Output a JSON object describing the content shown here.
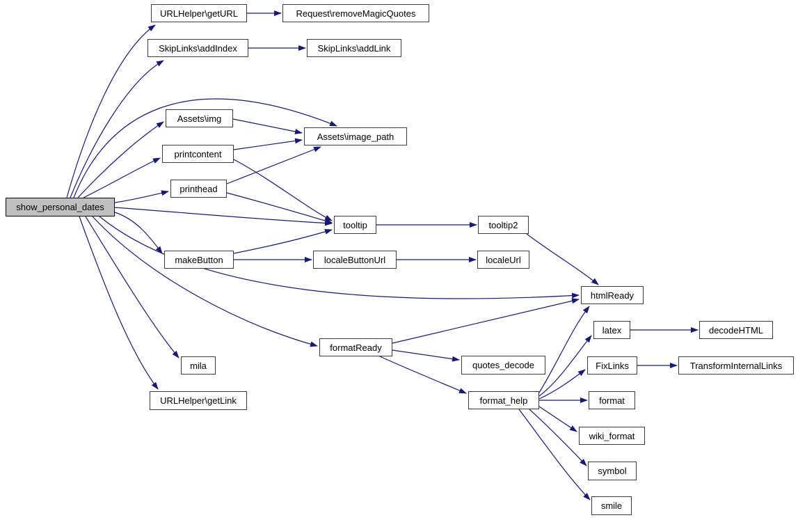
{
  "diagram": {
    "type": "call-graph",
    "root": "show_personal_dates",
    "colors": {
      "edge": "#191970",
      "node_fill": "#ffffff",
      "node_border": "#3a3a3a",
      "highlight_fill": "#bfbfbf",
      "text": "#000000"
    },
    "nodes": [
      {
        "id": "show_personal_dates",
        "label": "show_personal_dates",
        "highlighted": true
      },
      {
        "id": "URLHelper_getURL",
        "label": "URLHelper\\getURL",
        "highlighted": false
      },
      {
        "id": "Request_removeMagicQuotes",
        "label": "Request\\removeMagicQuotes",
        "highlighted": false
      },
      {
        "id": "SkipLinks_addIndex",
        "label": "SkipLinks\\addIndex",
        "highlighted": false
      },
      {
        "id": "SkipLinks_addLink",
        "label": "SkipLinks\\addLink",
        "highlighted": false
      },
      {
        "id": "Assets_img",
        "label": "Assets\\img",
        "highlighted": false
      },
      {
        "id": "Assets_image_path",
        "label": "Assets\\image_path",
        "highlighted": false
      },
      {
        "id": "printcontent",
        "label": "printcontent",
        "highlighted": false
      },
      {
        "id": "printhead",
        "label": "printhead",
        "highlighted": false
      },
      {
        "id": "tooltip",
        "label": "tooltip",
        "highlighted": false
      },
      {
        "id": "tooltip2",
        "label": "tooltip2",
        "highlighted": false
      },
      {
        "id": "makeButton",
        "label": "makeButton",
        "highlighted": false
      },
      {
        "id": "localeButtonUrl",
        "label": "localeButtonUrl",
        "highlighted": false
      },
      {
        "id": "localeUrl",
        "label": "localeUrl",
        "highlighted": false
      },
      {
        "id": "htmlReady",
        "label": "htmlReady",
        "highlighted": false
      },
      {
        "id": "latex",
        "label": "latex",
        "highlighted": false
      },
      {
        "id": "decodeHTML",
        "label": "decodeHTML",
        "highlighted": false
      },
      {
        "id": "formatReady",
        "label": "formatReady",
        "highlighted": false
      },
      {
        "id": "FixLinks",
        "label": "FixLinks",
        "highlighted": false
      },
      {
        "id": "TransformInternalLinks",
        "label": "TransformInternalLinks",
        "highlighted": false
      },
      {
        "id": "mila",
        "label": "mila",
        "highlighted": false
      },
      {
        "id": "quotes_decode",
        "label": "quotes_decode",
        "highlighted": false
      },
      {
        "id": "format_help",
        "label": "format_help",
        "highlighted": false
      },
      {
        "id": "format",
        "label": "format",
        "highlighted": false
      },
      {
        "id": "URLHelper_getLink",
        "label": "URLHelper\\getLink",
        "highlighted": false
      },
      {
        "id": "wiki_format",
        "label": "wiki_format",
        "highlighted": false
      },
      {
        "id": "symbol",
        "label": "symbol",
        "highlighted": false
      },
      {
        "id": "smile",
        "label": "smile",
        "highlighted": false
      }
    ],
    "edges": [
      {
        "from": "show_personal_dates",
        "to": "URLHelper_getURL"
      },
      {
        "from": "show_personal_dates",
        "to": "SkipLinks_addIndex"
      },
      {
        "from": "show_personal_dates",
        "to": "Assets_image_path"
      },
      {
        "from": "show_personal_dates",
        "to": "Assets_img"
      },
      {
        "from": "show_personal_dates",
        "to": "printcontent"
      },
      {
        "from": "show_personal_dates",
        "to": "printhead"
      },
      {
        "from": "show_personal_dates",
        "to": "tooltip"
      },
      {
        "from": "show_personal_dates",
        "to": "makeButton"
      },
      {
        "from": "show_personal_dates",
        "to": "htmlReady"
      },
      {
        "from": "show_personal_dates",
        "to": "formatReady"
      },
      {
        "from": "show_personal_dates",
        "to": "mila"
      },
      {
        "from": "show_personal_dates",
        "to": "URLHelper_getLink"
      },
      {
        "from": "URLHelper_getURL",
        "to": "Request_removeMagicQuotes"
      },
      {
        "from": "SkipLinks_addIndex",
        "to": "SkipLinks_addLink"
      },
      {
        "from": "Assets_img",
        "to": "Assets_image_path"
      },
      {
        "from": "printcontent",
        "to": "Assets_image_path"
      },
      {
        "from": "printcontent",
        "to": "tooltip"
      },
      {
        "from": "printhead",
        "to": "Assets_image_path"
      },
      {
        "from": "printhead",
        "to": "tooltip"
      },
      {
        "from": "tooltip",
        "to": "tooltip2"
      },
      {
        "from": "tooltip2",
        "to": "htmlReady"
      },
      {
        "from": "makeButton",
        "to": "tooltip"
      },
      {
        "from": "makeButton",
        "to": "localeButtonUrl"
      },
      {
        "from": "localeButtonUrl",
        "to": "localeUrl"
      },
      {
        "from": "formatReady",
        "to": "htmlReady"
      },
      {
        "from": "formatReady",
        "to": "quotes_decode"
      },
      {
        "from": "formatReady",
        "to": "format_help"
      },
      {
        "from": "format_help",
        "to": "htmlReady"
      },
      {
        "from": "format_help",
        "to": "latex"
      },
      {
        "from": "format_help",
        "to": "FixLinks"
      },
      {
        "from": "format_help",
        "to": "format"
      },
      {
        "from": "format_help",
        "to": "wiki_format"
      },
      {
        "from": "format_help",
        "to": "symbol"
      },
      {
        "from": "format_help",
        "to": "smile"
      },
      {
        "from": "latex",
        "to": "decodeHTML"
      },
      {
        "from": "FixLinks",
        "to": "TransformInternalLinks"
      }
    ]
  }
}
